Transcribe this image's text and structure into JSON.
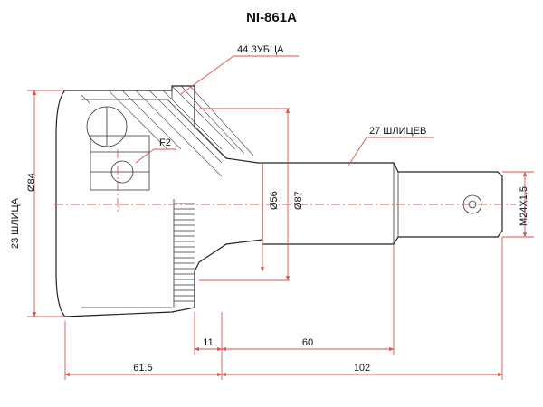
{
  "title": "NI-861A",
  "labels": {
    "teeth": "44 ЗУБЦА",
    "outer_splines": "27 ШЛИЦЕВ",
    "inner_splines": "23 ШЛИЦА",
    "inner_diameter": "Ø84",
    "d56": "Ø56",
    "d87": "Ø87",
    "thread": "M24X1.5",
    "f2": "F2"
  },
  "dimensions": {
    "d11": "11",
    "d60": "60",
    "d61_5": "61.5",
    "d102": "102"
  },
  "colors": {
    "dimension_line": "#d9534f",
    "outline": "#222222"
  }
}
